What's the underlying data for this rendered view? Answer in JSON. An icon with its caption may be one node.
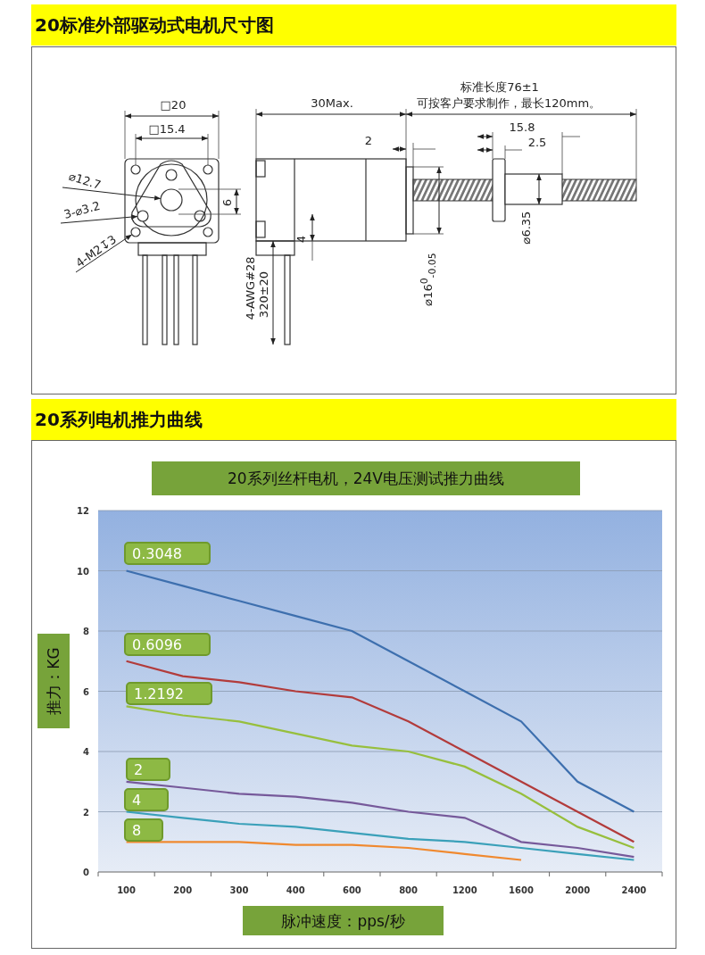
{
  "diagram": {
    "nodes": [
      {
        "text": [
          "⌀12.7"
        ]
      },
      {
        "text": [],
        "shape": "circle"
      },
      {
        "text": [
          "3-⌀3.2"
        ]
      },
      {
        "text": [],
        "shape": "circle"
      },
      {
        "text": [
          "4-M2↧3"
        ]
      },
      {
        "text": [],
        "shape": "circle"
      }
    ],
    "edges": [
      {
        "from": 0,
        "to": 1,
        "arrow": "to"
      },
      {
        "from": 2,
        "to": 3,
        "arrow": "to"
      },
      {
        "from": 4,
        "to": 5,
        "arrow": "to"
      }
    ],
    "labels": [
      "20标准外部驱动式电机尺寸图",
      "□20",
      "标准长度76±1",
      "30Max.",
      "可按客户要求制作，最长120mm。",
      "□15.4",
      "15.8",
      "2",
      "2.5",
      "6",
      "4",
      "⌀16$^{0}$$_{-0.05}$",
      "⌀6.35",
      "4-AWG#28",
      "320±20",
      "20系列电机推力曲线"
    ],
    "chart_data": {
      "type": "line",
      "title": "20系列丝杆电机，24V电压测试推力曲线",
      "xlabel": "脉冲速度：pps/秒",
      "ylabel": "推力：KG",
      "categories": [
        "100",
        "200",
        "300",
        "400",
        "600",
        "800",
        "1200",
        "1600",
        "2000",
        "2400"
      ],
      "ylim": [
        0,
        12
      ],
      "grid": true,
      "yticks": [
        0,
        2,
        4,
        6,
        8,
        10,
        12
      ],
      "series": [
        {
          "name": "0.3048",
          "color": "#3d6fae",
          "values": [
            10,
            9.5,
            9,
            8.5,
            8,
            7,
            6,
            5,
            3,
            2
          ]
        },
        {
          "name": "0.6096",
          "color": "#b23b3b",
          "values": [
            7,
            6.5,
            6.3,
            6,
            5.8,
            5,
            4,
            3,
            2,
            1
          ]
        },
        {
          "name": "1.2192",
          "color": "#97bf3d",
          "values": [
            5.5,
            5.2,
            5,
            4.6,
            4.2,
            4,
            3.5,
            2.6,
            1.5,
            0.8
          ]
        },
        {
          "name": "2",
          "color": "#76599a",
          "values": [
            3,
            2.8,
            2.6,
            2.5,
            2.3,
            2,
            1.8,
            1,
            0.8,
            0.5
          ]
        },
        {
          "name": "4",
          "color": "#3aa0b9",
          "values": [
            2,
            1.8,
            1.6,
            1.5,
            1.3,
            1.1,
            1,
            0.8,
            0.6,
            0.4
          ]
        },
        {
          "name": "8",
          "color": "#f0892f",
          "values": [
            1,
            1,
            1,
            0.9,
            0.9,
            0.8,
            0.6,
            0.4,
            null,
            null
          ]
        }
      ]
    }
  }
}
